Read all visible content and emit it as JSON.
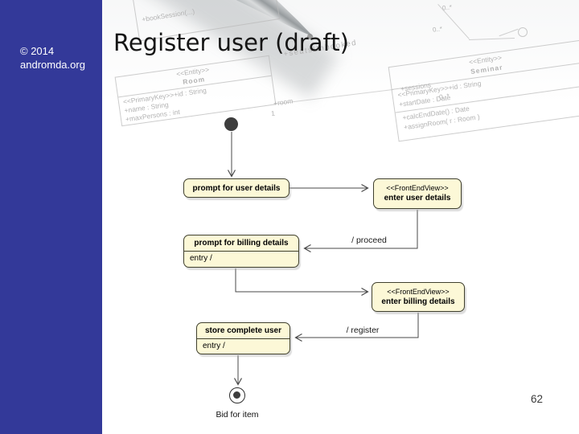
{
  "sidebar": {
    "copyright_line1": "© 2014",
    "copyright_line2": "andromda.org"
  },
  "header": {
    "title": "Register user (draft)"
  },
  "footer": {
    "page_number": "62"
  },
  "diagram": {
    "type": "uml-activity-diagram",
    "states": [
      {
        "label": "prompt for user details"
      },
      {
        "stereotype": "<<FrontEndView>>",
        "label": "enter user details"
      },
      {
        "label": "prompt for billing details",
        "entry_label": "entry /"
      },
      {
        "stereotype": "<<FrontEndView>>",
        "label": "enter billing details"
      },
      {
        "label": "store complete user",
        "entry_label": "entry /"
      }
    ],
    "transitions": [
      {
        "from": "initial",
        "to": "prompt for user details",
        "label": ""
      },
      {
        "from": "prompt for user details",
        "to": "enter user details",
        "label": ""
      },
      {
        "from": "enter user details",
        "to": "prompt for billing details",
        "label": "/ proceed"
      },
      {
        "from": "prompt for billing details",
        "to": "enter billing details",
        "label": ""
      },
      {
        "from": "enter billing details",
        "to": "store complete user",
        "label": "/ register"
      },
      {
        "from": "store complete user",
        "to": "final",
        "label": ""
      }
    ],
    "final_node_label": "Bid for item"
  },
  "colors": {
    "sidebar_bg": "#333999",
    "state_fill": "#FCF8D7",
    "state_border": "#40402E",
    "connector": "#4A4A4A",
    "terminal_node": "#3D3D3D",
    "title_text": "#151515",
    "page_number_text": "#3A3A3A"
  },
  "watermark": {
    "fragments": {
      "booking": "+bookSession(...)",
      "room_stereotype": "<<Entity>>",
      "room_name": "Room",
      "room_attr_id": "<<PrimaryKey>>+id : String",
      "room_attr_name": "+name : String",
      "room_attr_max": "+maxPersons : int",
      "role_room": "+room",
      "mult_one": "1",
      "role_sessions": "+sessions",
      "mult_many": "0..*",
      "mult_many_top": "0..*",
      "mult_many_mid": "0..*",
      "seats_unbooked": "+seatsUnbooked",
      "seminar_stereotype": "<<Entity>>",
      "seminar_name": "Seminar",
      "seminar_attr_id": "<<PrimaryKey>>+id : String",
      "seminar_attr_start": "+startDate : Date",
      "seminar_op_calc": "+calcEndDate() : Date",
      "seminar_op_assign": "+assignRoom( r : Room )"
    }
  }
}
